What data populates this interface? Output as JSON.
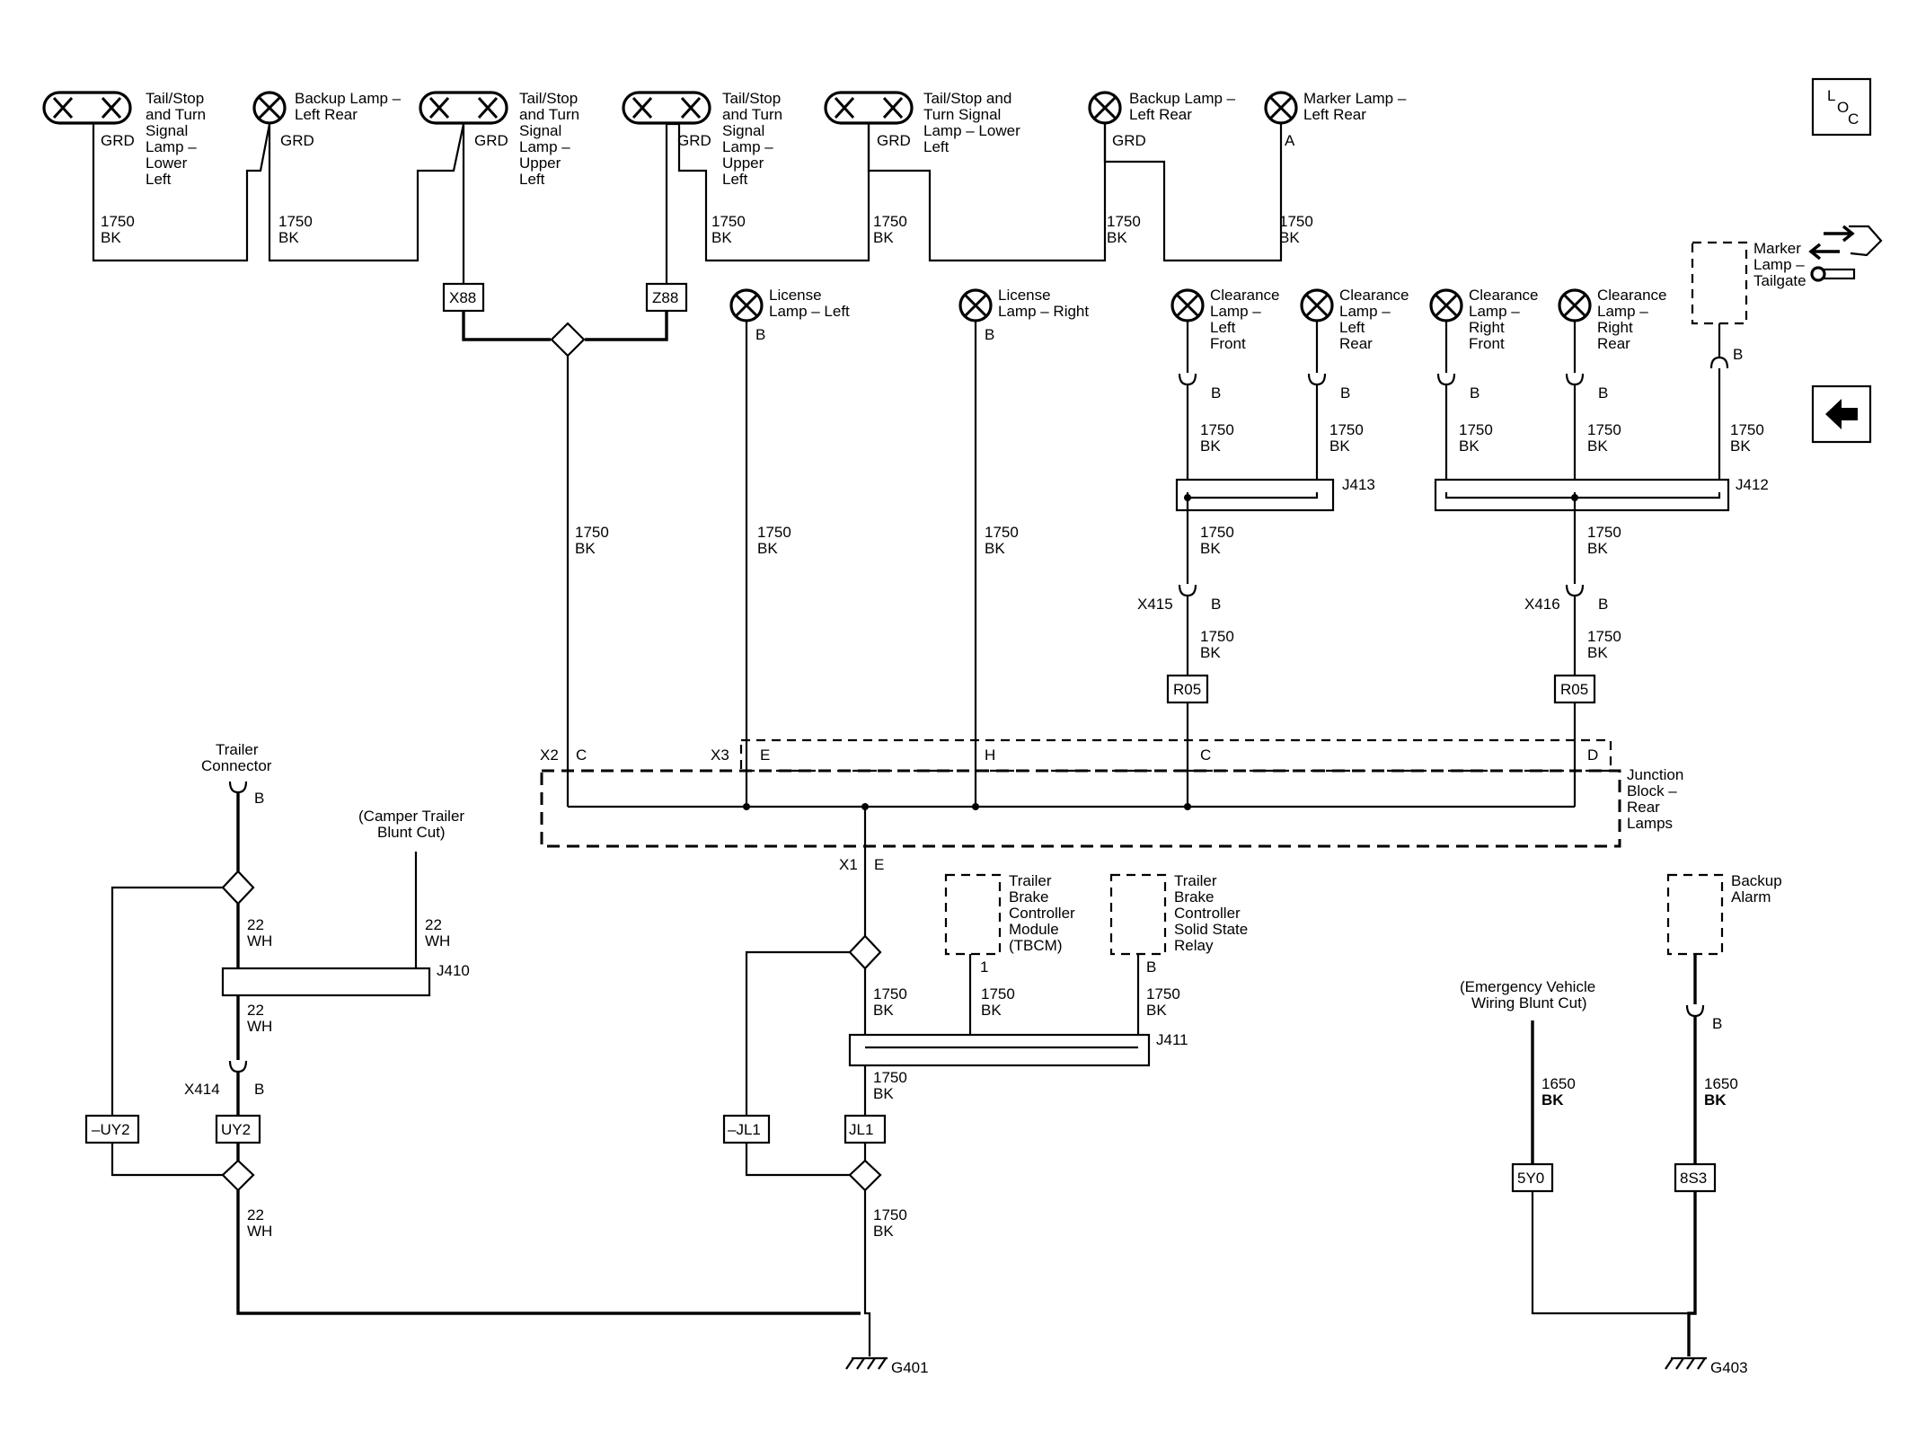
{
  "nav": {
    "loc_letters": [
      "L",
      "O",
      "C"
    ],
    "connector_icon": "connector-views-icon",
    "back_icon": "back-arrow-icon"
  },
  "wire": {
    "gauge": "1750",
    "color": "BK",
    "gauge_alt": "1650",
    "trailer_gauge": "22",
    "trailer_color": "WH"
  },
  "top_lamps": {
    "ts_lower_left_1": [
      "Tail/Stop",
      "and Turn",
      "Signal",
      "Lamp –",
      "Lower",
      "Left"
    ],
    "backup_left_rear_1": [
      "Backup Lamp –",
      "Left Rear"
    ],
    "ts_upper_left_1": [
      "Tail/Stop",
      "and Turn",
      "Signal",
      "Lamp –",
      "Upper",
      "Left"
    ],
    "ts_upper_left_2": [
      "Tail/Stop",
      "and Turn",
      "Signal",
      "Lamp –",
      "Upper",
      "Left"
    ],
    "ts_lower_left_2": [
      "Tail/Stop and",
      "Turn Signal",
      "Lamp – Lower",
      "Left"
    ],
    "backup_left_rear_2": [
      "Backup Lamp –",
      "Left Rear"
    ],
    "marker_left_rear": [
      "Marker Lamp –",
      "Left Rear"
    ]
  },
  "pins": {
    "grd": "GRD",
    "a": "A",
    "b": "B",
    "c": "C",
    "e": "E",
    "h": "H",
    "d": "D",
    "one": "1"
  },
  "splices": {
    "x88": "X88",
    "z88": "Z88",
    "j413": "J413",
    "j412": "J412",
    "j410": "J410",
    "j411": "J411"
  },
  "mid_lamps": {
    "license_left": [
      "License",
      "Lamp – Left"
    ],
    "license_right": [
      "License",
      "Lamp – Right"
    ],
    "clear_lf": [
      "Clearance",
      "Lamp –",
      "Left",
      "Front"
    ],
    "clear_lr": [
      "Clearance",
      "Lamp –",
      "Left",
      "Rear"
    ],
    "clear_rf": [
      "Clearance",
      "Lamp –",
      "Right",
      "Front"
    ],
    "clear_rr": [
      "Clearance",
      "Lamp –",
      "Right",
      "Rear"
    ],
    "marker_tailgate": [
      "Marker",
      "Lamp –",
      "Tailgate"
    ]
  },
  "connectors": {
    "x415": "X415",
    "x416": "X416",
    "x2": "X2",
    "x3": "X3",
    "x1": "X1",
    "x414": "X414"
  },
  "options": {
    "r05": "R05",
    "uy2": "UY2",
    "not_uy2": "–UY2",
    "jl1": "JL1",
    "not_jl1": "–JL1",
    "y50": "5Y0",
    "s83": "8S3"
  },
  "junction_block": [
    "Junction",
    "Block –",
    "Rear",
    "Lamps"
  ],
  "trailer": {
    "connector": [
      "Trailer",
      "Connector"
    ],
    "camper": [
      "(Camper Trailer",
      "Blunt Cut)"
    ]
  },
  "modules": {
    "tbcm": [
      "Trailer",
      "Brake",
      "Controller",
      "Module",
      "(TBCM)"
    ],
    "relay": [
      "Trailer",
      "Brake",
      "Controller",
      "Solid State",
      "Relay"
    ],
    "backup_alarm": [
      "Backup",
      "Alarm"
    ],
    "emergency": [
      "(Emergency Vehicle",
      "Wiring Blunt Cut)"
    ]
  },
  "grounds": {
    "g401": "G401",
    "g403": "G403"
  }
}
